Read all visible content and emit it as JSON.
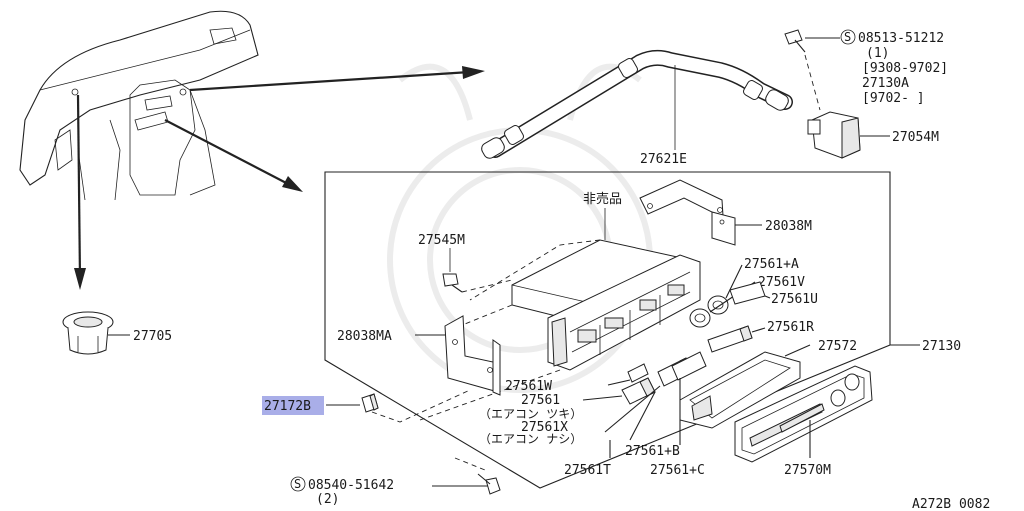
{
  "labels": {
    "screw_top_code": "08513-51212",
    "screw_top_qty": "(1)",
    "screw_top_range": "[9308-9702]",
    "part_27130A": "27130A",
    "part_27130A_range": "[9702-     ]",
    "hose": "27621E",
    "sensor": "27054M",
    "not_sold": "非売品",
    "bracket_right": "28038M",
    "screw_27545M": "27545M",
    "knob_a": "27561+A",
    "knob_v": "27561V",
    "knob_u": "27561U",
    "knob_r": "27561R",
    "bezel_27572": "27572",
    "assembly": "27130",
    "bracket_left": "28038MA",
    "plug": "27705",
    "knob_w": "27561W",
    "knob_27561": "27561",
    "ac_with": "（エアコン ツキ）",
    "knob_x": "27561X",
    "ac_without": "（エアコン ナシ）",
    "clip_highlight": "27172B",
    "knob_t": "27561T",
    "knob_b": "27561+B",
    "knob_c": "27561+C",
    "finisher": "27570M",
    "screw_bottom_code": "08540-51642",
    "screw_bottom_qty": "(2)",
    "diagram_ref": "A272B 0082"
  },
  "symbols": {
    "screw_symbol": "S"
  },
  "colors": {
    "highlight": "#a9aee8",
    "line": "#222222"
  }
}
